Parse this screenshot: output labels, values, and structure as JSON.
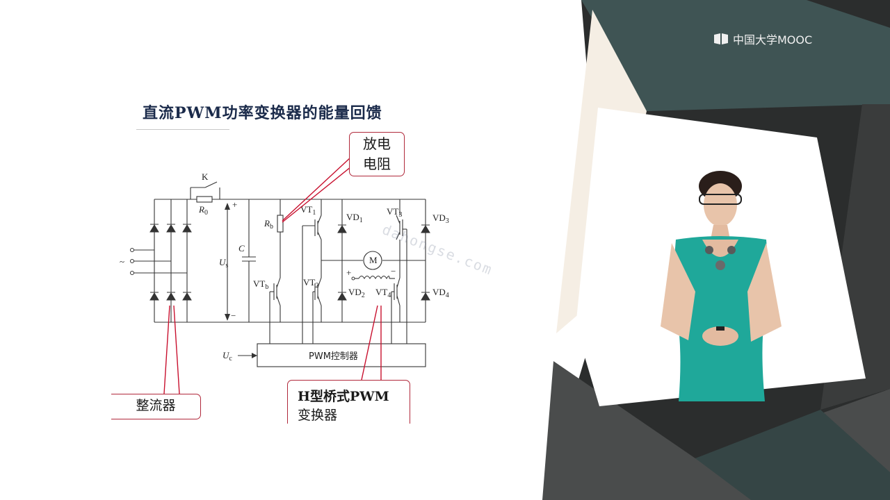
{
  "slide": {
    "title": "直流PWM功率变换器的能量回馈"
  },
  "brand": {
    "logo_text": "中国大学MOOC"
  },
  "watermark": "dahongse.com",
  "callouts": {
    "resistor": [
      "放电",
      "电阻"
    ],
    "rectifier": "整流器",
    "hbridge_line1": "H型桥式PWM",
    "hbridge_line2": "变换器"
  },
  "circuit": {
    "switch_label": "K",
    "r0_label": "R",
    "r0_sub": "0",
    "plus": "+",
    "minus": "−",
    "us_label": "U",
    "us_sub": "s",
    "cap_label": "C",
    "ac_label": "~",
    "rb_label": "R",
    "rb_sub": "b",
    "vtb_label": "VT",
    "vtb_sub": "b",
    "vt1_label": "VT",
    "vt1_sub": "1",
    "vt2_label": "VT",
    "vt2_sub": "2",
    "vt3_label": "VT",
    "vt3_sub": "3",
    "vt4_label": "VT",
    "vt4_sub": "4",
    "vd1_label": "VD",
    "vd1_sub": "1",
    "vd2_label": "VD",
    "vd2_sub": "2",
    "vd3_label": "VD",
    "vd3_sub": "3",
    "vd4_label": "VD",
    "vd4_sub": "4",
    "motor_label": "M",
    "uc_label": "U",
    "uc_sub": "c",
    "pwm_controller": "PWM控制器"
  },
  "colors": {
    "dark_teal": "#3f5454",
    "charcoal": "#2b2d2d",
    "gray": "#4a4c4c",
    "cream": "#f5eee4",
    "callout_border": "#b0283a",
    "annotation_red": "#c8102e"
  }
}
